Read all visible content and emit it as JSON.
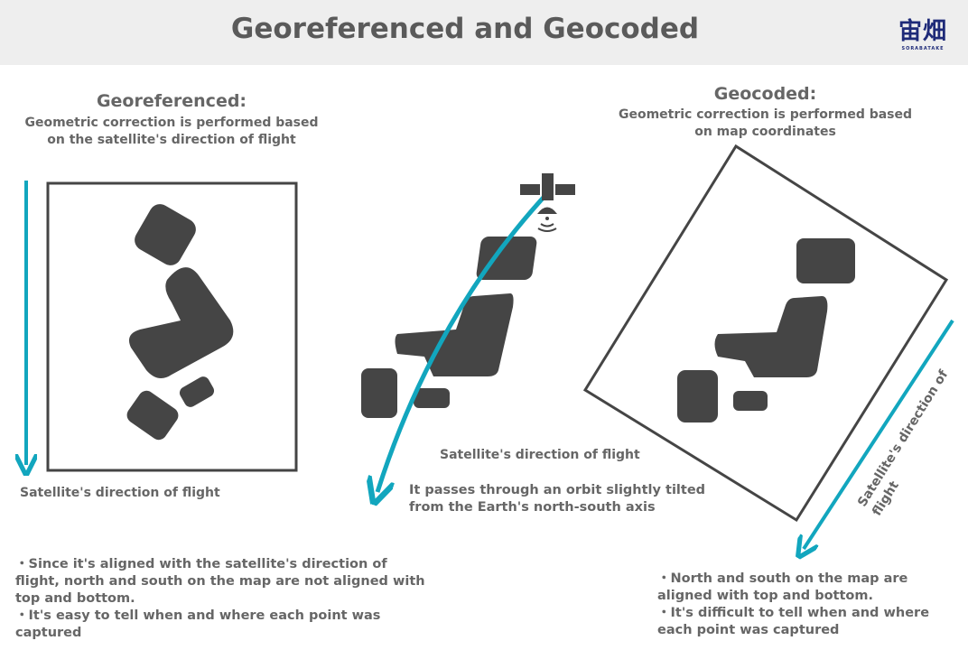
{
  "title": "Georeferenced and Geocoded",
  "logo": {
    "kanji": "宙畑",
    "text": "SORABATAKE"
  },
  "left": {
    "heading": "Georeferenced:",
    "sub1": "Geometric correction is performed based",
    "sub2": "on the satellite's direction of flight",
    "arrow_label": "Satellite's direction of flight",
    "notes": [
      "・Since it's aligned with the satellite's direction of",
      "flight, north and south on the map are not aligned with",
      "top and bottom.",
      "・It's easy to tell when and where each point was",
      "captured"
    ]
  },
  "center": {
    "arrow_label": "Satellite's direction of flight",
    "orbit1": "It passes through an orbit slightly tilted",
    "orbit2": "from the Earth's north-south axis"
  },
  "right": {
    "heading": "Geocoded:",
    "sub1": "Geometric correction is performed based",
    "sub2": "on map coordinates",
    "arrow_label": "Satellite's direction of flight",
    "notes": [
      "・North and south on the map are",
      "aligned with top and bottom.",
      "・It's difficult to tell when and where",
      "each point was captured"
    ]
  },
  "colors": {
    "accent": "#12a6be",
    "shape": "#454545"
  }
}
